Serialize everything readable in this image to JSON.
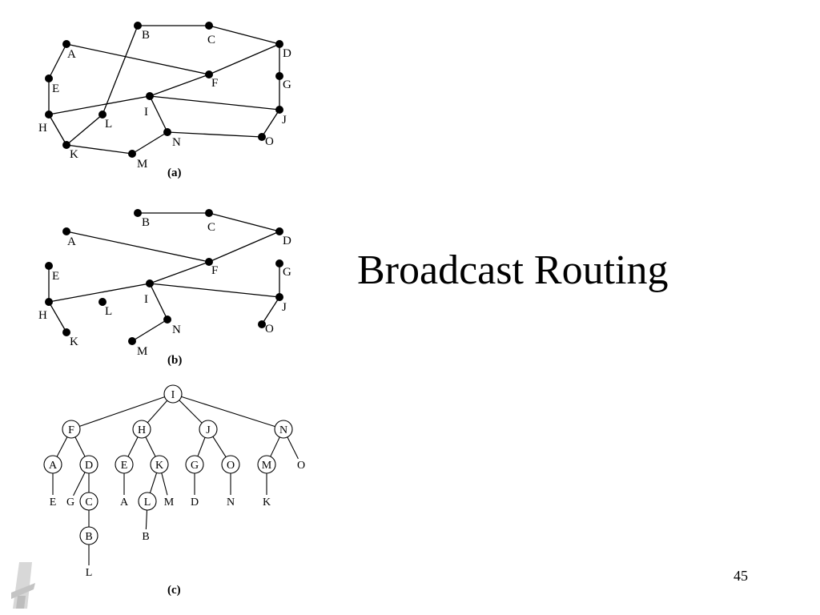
{
  "slide": {
    "title": "Broadcast Routing",
    "page_number": "45"
  },
  "captions": {
    "a": "(a)",
    "b": "(b)",
    "c": "(c)"
  },
  "graph_a": {
    "nodes": [
      "A",
      "B",
      "C",
      "D",
      "E",
      "F",
      "G",
      "H",
      "I",
      "J",
      "K",
      "L",
      "M",
      "N",
      "O"
    ],
    "edges": [
      [
        "A",
        "E"
      ],
      [
        "A",
        "F"
      ],
      [
        "B",
        "C"
      ],
      [
        "B",
        "L"
      ],
      [
        "C",
        "D"
      ],
      [
        "D",
        "F"
      ],
      [
        "D",
        "G"
      ],
      [
        "E",
        "H"
      ],
      [
        "F",
        "I"
      ],
      [
        "G",
        "J"
      ],
      [
        "H",
        "I"
      ],
      [
        "H",
        "K"
      ],
      [
        "I",
        "J"
      ],
      [
        "I",
        "N"
      ],
      [
        "J",
        "O"
      ],
      [
        "K",
        "L"
      ],
      [
        "K",
        "M"
      ],
      [
        "M",
        "N"
      ],
      [
        "N",
        "O"
      ]
    ]
  },
  "graph_b": {
    "nodes": [
      "A",
      "B",
      "C",
      "D",
      "E",
      "F",
      "G",
      "H",
      "I",
      "J",
      "K",
      "L",
      "M",
      "N",
      "O"
    ],
    "edges": [
      [
        "A",
        "F"
      ],
      [
        "B",
        "C"
      ],
      [
        "C",
        "D"
      ],
      [
        "D",
        "F"
      ],
      [
        "E",
        "H"
      ],
      [
        "F",
        "I"
      ],
      [
        "G",
        "J"
      ],
      [
        "H",
        "I"
      ],
      [
        "H",
        "K"
      ],
      [
        "I",
        "J"
      ],
      [
        "I",
        "N"
      ],
      [
        "J",
        "O"
      ],
      [
        "M",
        "N"
      ]
    ]
  },
  "tree_c": {
    "root": "I",
    "circled_nodes": [
      "I",
      "F",
      "H",
      "J",
      "N",
      "A",
      "D",
      "E",
      "K",
      "G",
      "O",
      "M",
      "C",
      "L",
      "B"
    ],
    "plain_labels": [
      "O",
      "E",
      "G",
      "A",
      "M",
      "D",
      "N",
      "K",
      "B",
      "L"
    ],
    "edges": [
      [
        "I",
        "F"
      ],
      [
        "I",
        "H"
      ],
      [
        "I",
        "J"
      ],
      [
        "I",
        "N"
      ],
      [
        "F",
        "A"
      ],
      [
        "F",
        "D"
      ],
      [
        "H",
        "E"
      ],
      [
        "H",
        "K"
      ],
      [
        "J",
        "G"
      ],
      [
        "J",
        "O"
      ],
      [
        "N",
        "M"
      ],
      [
        "N",
        "O"
      ],
      [
        "A",
        "E"
      ],
      [
        "D",
        "G"
      ],
      [
        "D",
        "C"
      ],
      [
        "E",
        "A"
      ],
      [
        "K",
        "L"
      ],
      [
        "K",
        "M"
      ],
      [
        "G",
        "D"
      ],
      [
        "O",
        "N"
      ],
      [
        "M",
        "K"
      ],
      [
        "C",
        "B"
      ],
      [
        "L",
        "B"
      ],
      [
        "B",
        "L"
      ]
    ]
  }
}
